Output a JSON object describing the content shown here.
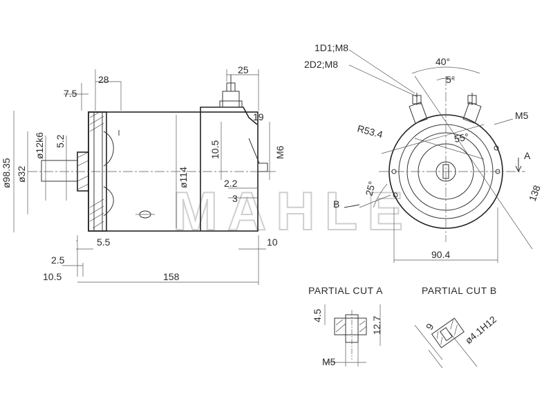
{
  "watermark": "MAHLE",
  "side_view": {
    "dims": {
      "d_98_35": "ø98.35",
      "d_32": "ø32",
      "d_12k6": "ø12k6",
      "d_5_2": "5.2",
      "d_28": "28",
      "d_7_5": "7.5",
      "d_25": "25",
      "d_19": "19",
      "d_10_5_top": "10.5",
      "d_m6": "M6",
      "d_114": "ø114",
      "d_2_2": "2.2",
      "d_3": "3",
      "d_5_5": "5.5",
      "d_10": "10",
      "d_2_5": "2.5",
      "d_10_5_bottom": "10.5",
      "d_158": "158"
    }
  },
  "end_view": {
    "dims": {
      "term1": "1D1;M8",
      "term2": "2D2;M8",
      "ang_40": "40°",
      "ang_5": "5°",
      "m5": "M5",
      "r53_4": "R53.4",
      "ang_55": "55°",
      "ang_25": "25°",
      "d_138": "138",
      "d_90_4": "90.4",
      "mark_a": "A",
      "mark_b": "B"
    }
  },
  "partial_cut_a": {
    "title": "PARTIAL CUT A",
    "dims": {
      "d_4_5": "4.5",
      "d_12_7": "12.7",
      "m5": "M5"
    }
  },
  "partial_cut_b": {
    "title": "PARTIAL CUT B",
    "dims": {
      "d_9": "9",
      "d_4_1h12": "ø4.1H12"
    }
  }
}
